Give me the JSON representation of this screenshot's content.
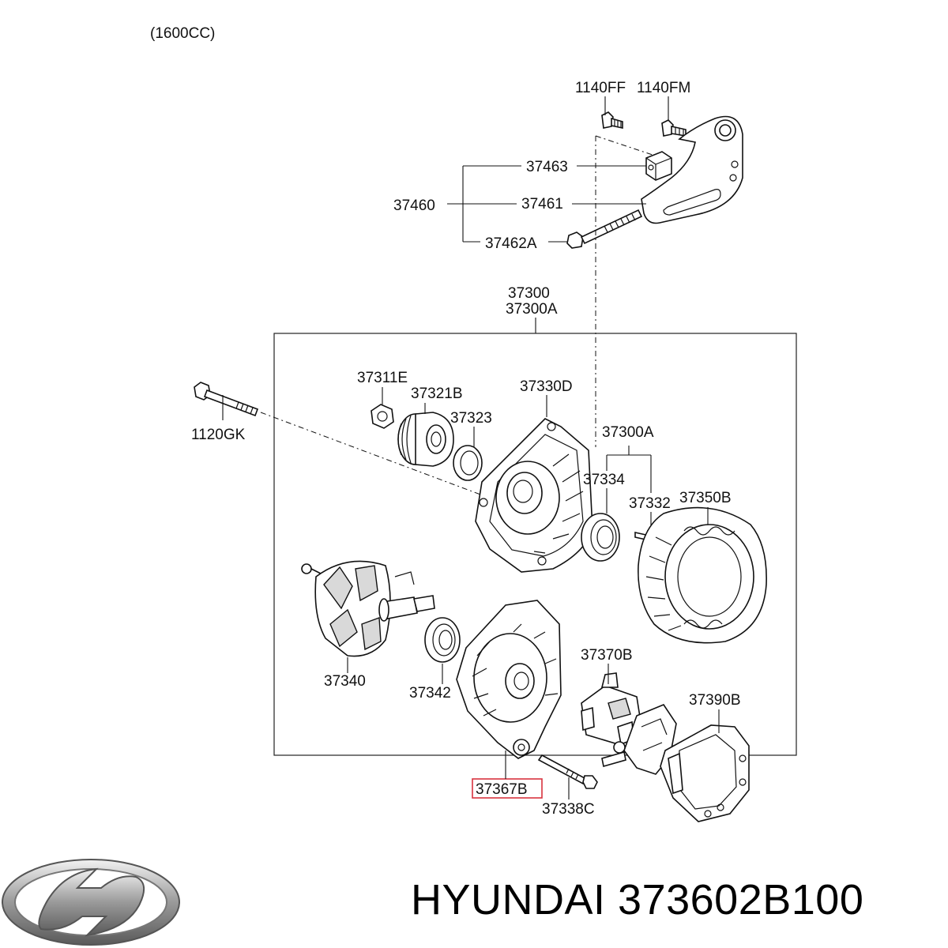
{
  "engine": "(1600CC)",
  "labels": {
    "p1140ff": "1140FF",
    "p1140fm": "1140FM",
    "p37463": "37463",
    "p37460": "37460",
    "p37461": "37461",
    "p37462a": "37462A",
    "p37300": "37300",
    "p37300a": "37300A",
    "p37311e": "37311E",
    "p37321b": "37321B",
    "p37323": "37323",
    "p37330d": "37330D",
    "p1120gk": "1120GK",
    "p37300a_inner": "37300A",
    "p37334": "37334",
    "p37332": "37332",
    "p37350b": "37350B",
    "p37340": "37340",
    "p37342": "37342",
    "p37370b": "37370B",
    "p37390b": "37390B",
    "p37367b": "37367B",
    "p37338c": "37338C"
  },
  "highlight": {
    "part": "37367B",
    "color": "#d9333f"
  },
  "brand": {
    "name": "HYUNDAI",
    "part_number": "373602B100",
    "logo_icon": "hyundai-logo-icon"
  }
}
